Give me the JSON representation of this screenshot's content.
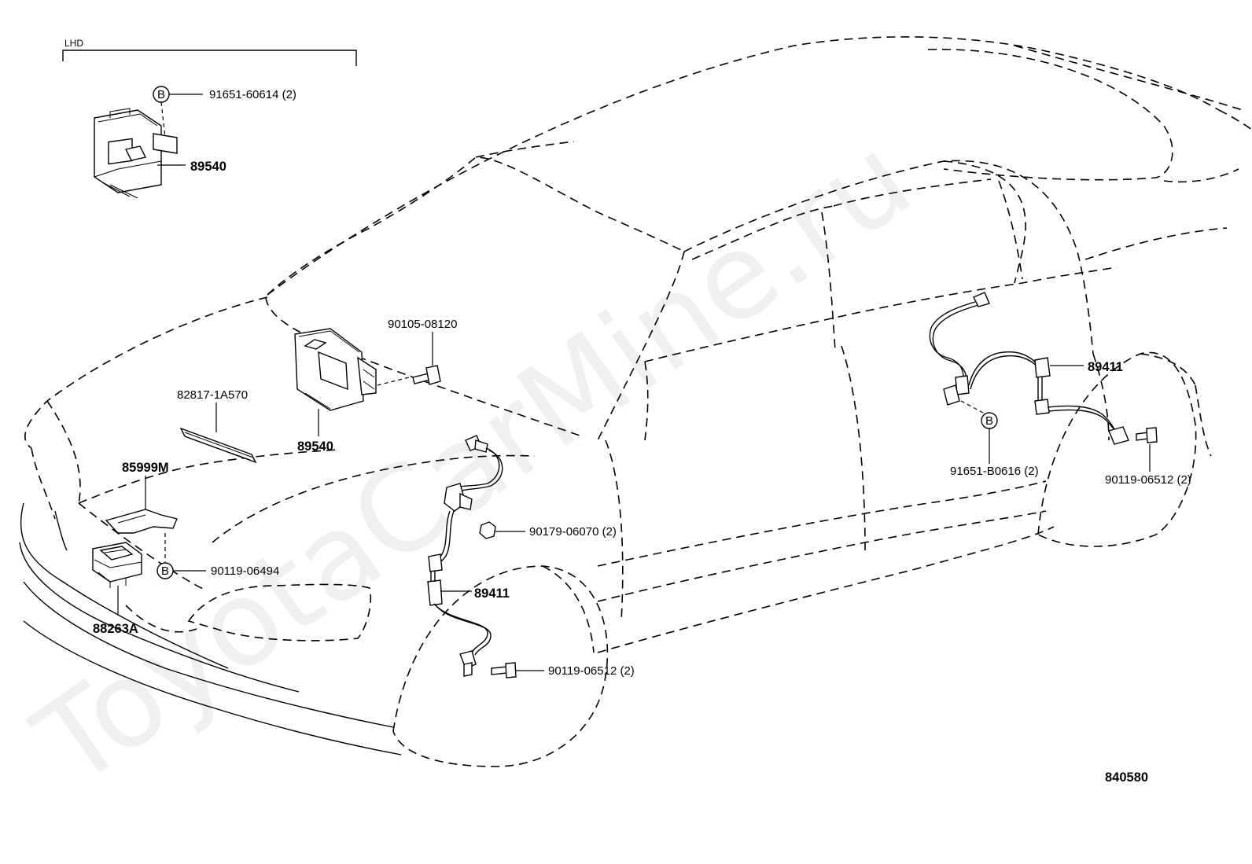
{
  "watermark": "ToyotaCarMine.ru",
  "group_label": "LHD",
  "figure_number": "840580",
  "callouts": {
    "bolt_b_lhd": "91651-60614 (2)",
    "computer_lhd": "89540",
    "computer_main": "89540",
    "bolt_90105": "90105-08120",
    "wire_82817": "82817-1A570",
    "bracket_85999": "85999M",
    "bolt_90119_06494": "90119-06494",
    "relay_88263": "88263A",
    "clip_90179": "90179-06070 (2)",
    "sensor_front": "89411",
    "bolt_front_sensor": "90119-06512 (2)",
    "sensor_rear": "89411",
    "bolt_b_rear": "91651-B0616 (2)",
    "bolt_rear_sensor": "90119-06512 (2)"
  },
  "circle_letters": {
    "lhd_bolt": "B",
    "bracket_bolt": "B",
    "rear_bolt": "B"
  }
}
